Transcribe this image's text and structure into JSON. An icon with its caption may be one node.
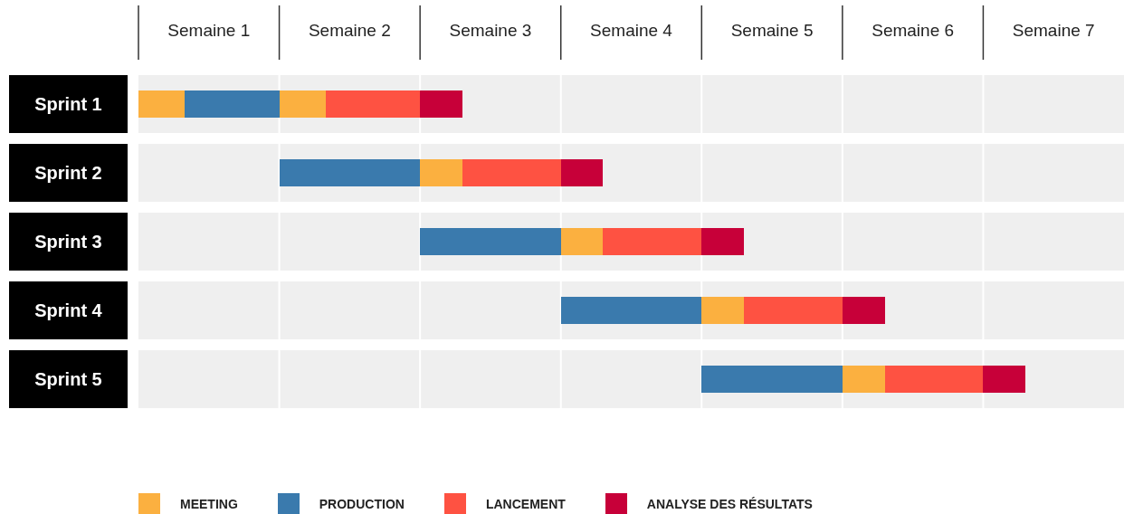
{
  "diagram": {
    "nodes": [
      {
        "text": [
          "Sprint 1"
        ]
      },
      {
        "text": [],
        "shape": "bar"
      },
      {
        "text": [],
        "shape": "bar"
      },
      {
        "text": [],
        "shape": "bar"
      },
      {
        "text": [],
        "shape": "bar"
      },
      {
        "text": [],
        "shape": "bar"
      },
      {
        "text": [
          "Sprint 2"
        ]
      },
      {
        "text": [],
        "shape": "bar"
      },
      {
        "text": [],
        "shape": "bar"
      },
      {
        "text": [],
        "shape": "bar"
      },
      {
        "text": [],
        "shape": "bar"
      },
      {
        "text": [
          "Sprint 3"
        ]
      },
      {
        "text": [],
        "shape": "bar"
      },
      {
        "text": [],
        "shape": "bar"
      },
      {
        "text": [],
        "shape": "bar"
      },
      {
        "text": [],
        "shape": "bar"
      },
      {
        "text": [
          "Sprint 4"
        ]
      },
      {
        "text": [],
        "shape": "bar"
      },
      {
        "text": [],
        "shape": "bar"
      },
      {
        "text": [],
        "shape": "bar"
      },
      {
        "text": [],
        "shape": "bar"
      },
      {
        "text": [
          "Sprint 5"
        ]
      },
      {
        "text": [],
        "shape": "bar"
      },
      {
        "text": [],
        "shape": "bar"
      },
      {
        "text": [],
        "shape": "bar"
      },
      {
        "text": [],
        "shape": "bar"
      }
    ],
    "labels": [
      "Semaine 1",
      "Semaine 2",
      "Semaine 3",
      "Semaine 4",
      "Semaine 5",
      "Semaine 6",
      "Semaine 7"
    ],
    "legend": [
      {
        "text": "MEETING",
        "color": "#fbb040"
      },
      {
        "text": "PRODUCTION",
        "color": "#3a7aad"
      },
      {
        "text": "LANCEMENT",
        "color": "#fe5242"
      },
      {
        "text": "ANALYSE DES RÉSULTATS",
        "color": "#c70039"
      }
    ]
  }
}
